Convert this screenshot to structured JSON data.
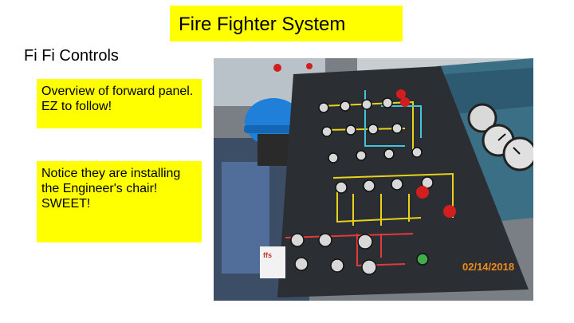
{
  "slide": {
    "title": "Fire Fighter System",
    "subtitle": "Fi Fi Controls",
    "notes": [
      "Overview of  forward panel. EZ to follow!",
      "Notice they are installing the Engineer's chair!   SWEET!"
    ],
    "colors": {
      "highlight": "#ffff00",
      "text": "#000000"
    }
  },
  "photo": {
    "date_stamp": "02/14/2018",
    "panel_labels": [
      "ffs"
    ]
  }
}
